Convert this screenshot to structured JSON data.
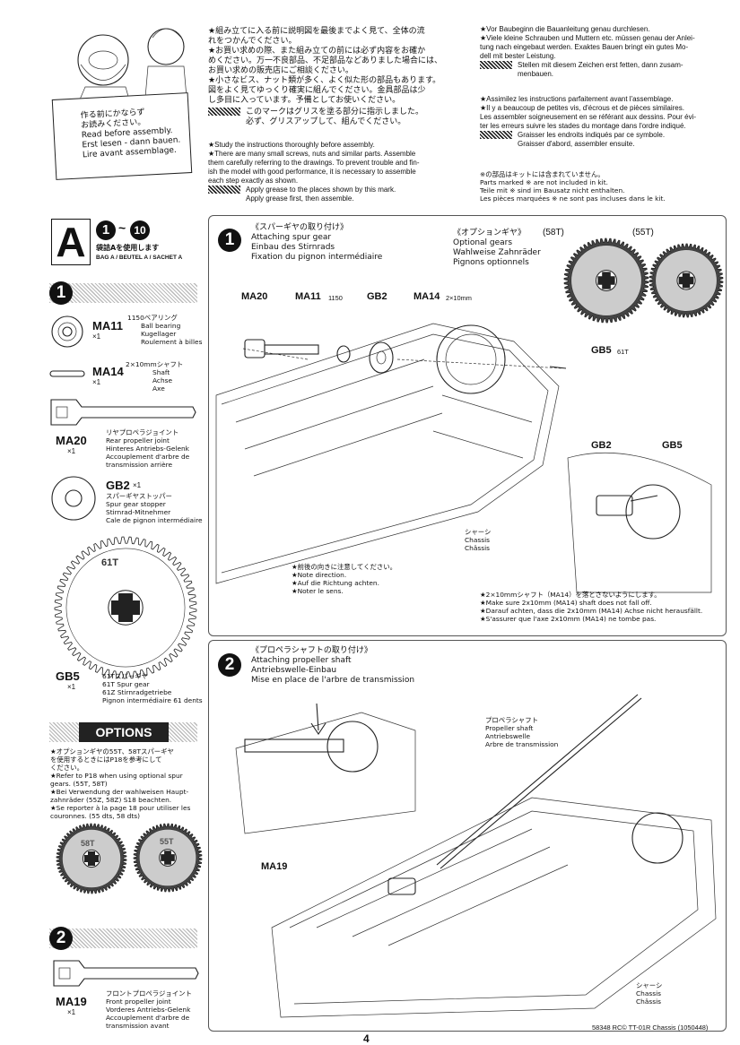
{
  "intro": {
    "card_lines": [
      "作る前にかならず",
      "お読みください。",
      "Read before assembly.",
      "Erst lesen - dann bauen.",
      "Lire avant assemblage."
    ],
    "jp_lines": [
      "★組み立てに入る前に説明図を最後までよく見て、全体の流",
      "れをつかんでください。",
      "★お買い求めの際、また組み立ての前には必ず内容をお確か",
      "めください。万一不良部品、不足部品などありました場合には、",
      "お買い求めの販売店にご相談ください。",
      "★小さなビス、ナット類が多く、よく似た形の部品もあります。",
      "図をよく見てゆっくり確実に組んでください。金具部品は少",
      "し多目に入っています。予備としてお使いください。"
    ],
    "jp_grease_lines": [
      "このマークはグリスを塗る部分に指示しました。",
      "必ず、グリスアップして、組んでください。"
    ],
    "en_lines": [
      "★Study the instructions thoroughly before assembly.",
      "★There are many small screws, nuts and similar parts. Assemble",
      "them carefully referring to the drawings. To prevent trouble and fin-",
      "ish the model with good performance, it is necessary to assemble",
      "each step exactly as shown."
    ],
    "en_grease_lines": [
      "Apply grease to the places shown by this mark.",
      "Apply grease first, then assemble."
    ],
    "de_lines": [
      "★Vor Baubeginn die Bauanleitung genau durchlesen.",
      "★Viele kleine Schrauben und Muttern etc. müssen genau der Anlei-",
      "tung nach eingebaut werden. Exaktes Bauen bringt ein gutes Mo-",
      "dell mit bester Leistung."
    ],
    "de_grease_lines": [
      "Stellen mit diesem Zeichen erst fetten, dann zusam-",
      "menbauen."
    ],
    "fr_lines": [
      "★Assimilez les instructions parfaitement avant  l'assemblage.",
      "★Il y a beaucoup de petites vis, d'écrous et de pièces similaires.",
      "Les assembler soigneusement en se référant aux dessins. Pour évi-",
      "ter les erreurs suivre les stades du montage dans l'ordre indiqué."
    ],
    "fr_grease_lines": [
      "Graisser les endroits indiqués par ce symbole.",
      "Graisser d'abord, assembler ensuite."
    ],
    "kit_lines": [
      "※の部品はキットには含まれていません。",
      "Parts marked ※ are not included in kit.",
      "Teile mit ※ sind im Bausatz nicht enthalten.",
      "Les pièces marquées ※ ne sont pas incluses dans le kit."
    ]
  },
  "bag": {
    "letter": "A",
    "step_from": "1",
    "step_to": "10",
    "tilde": "~",
    "label_jp": "袋詰Aを使用します",
    "label_multi": "BAG A / BEUTEL A / SACHET A"
  },
  "parts_1": {
    "step": "1",
    "items": [
      {
        "code": "MA11",
        "qty": "×1",
        "desc": [
          "1150ベアリング",
          "Ball bearing",
          "Kugellager",
          "Roulement à billes"
        ]
      },
      {
        "code": "MA14",
        "qty": "×1",
        "desc": [
          "2×10mmシャフト",
          "Shaft",
          "Achse",
          "Axe"
        ]
      },
      {
        "code": "MA20",
        "qty": "×1",
        "desc": [
          "リヤプロペラジョイント",
          "Rear propeller joint",
          "Hinteres Antriebs-Gelenk",
          "Accouplement d'arbre de",
          "transmission arrière"
        ]
      },
      {
        "code": "GB2",
        "qty": "×1",
        "desc": [
          "スパーギヤストッパー",
          "Spur gear stopper",
          "Stirnrad-Mitnehmer",
          "Cale de pignon intermédiaire"
        ]
      },
      {
        "code": "GB5",
        "qty": "×1",
        "desc": [
          "61Tスパーギヤ",
          "61T Spur gear",
          "61Z Stirnradgetriebe",
          "Pignon intermédiaire 61 dents"
        ]
      }
    ],
    "gear_label": "61T"
  },
  "options": {
    "title": "OPTIONS",
    "lines": [
      "★オプションギヤの55T、58Tスパーギヤ",
      "を使用するときにはP18を参考にして",
      "ください。",
      "★Refer to P18 when using optional spur",
      "gears. (55T, 58T)",
      "★Bei Verwendung der wahlweisen Haupt-",
      "zahnräder (55Z, 58Z) S18 beachten.",
      "★Se reporter à la page 18 pour utiliser les",
      "couronnes. (55 dts, 58 dts)"
    ],
    "gear_a": "58T",
    "gear_b": "55T"
  },
  "parts_2": {
    "step": "2",
    "items": [
      {
        "code": "MA19",
        "qty": "×1",
        "desc": [
          "フロントプロペラジョイント",
          "Front propeller joint",
          "Vorderes Antriebs-Gelenk",
          "Accouplement d'arbre de",
          "transmission avant"
        ]
      }
    ]
  },
  "step1": {
    "num": "1",
    "titles": [
      "《スパーギヤの取り付け》",
      "Attaching spur gear",
      "Einbau des Stirnrads",
      "Fixation du pignon intermédiaire"
    ],
    "optional_title": [
      "《オプションギヤ》",
      "Optional gears",
      "Wahlweise Zahnräder",
      "Pignons optionnels"
    ],
    "opt_58": "(58T)",
    "opt_55": "(55T)",
    "labels": {
      "ma20": "MA20",
      "ma11": "MA11",
      "ma11_sub": "1150",
      "gb2": "GB2",
      "ma14": "MA14",
      "ma14_sub": "2×10mm",
      "gb5": "GB5",
      "gb5_sub": "61T",
      "inset_gb2": "GB2",
      "inset_gb5": "GB5"
    },
    "chassis": [
      "シャーシ",
      "Chassis",
      "Châssis"
    ],
    "note_direction": [
      "★前後の向きに注意してください。",
      "★Note direction.",
      "★Auf die Richtung achten.",
      "★Noter le sens."
    ],
    "note_shaft": [
      "★2×10mmシャフト（MA14）を落とさないようにします。",
      "★Make sure 2x10mm (MA14) shaft does not fall off.",
      "★Darauf achten, dass die 2x10mm (MA14) Achse nicht herausfällt.",
      "★S'assurer que l'axe 2x10mm (MA14) ne tombe pas."
    ]
  },
  "step2": {
    "num": "2",
    "titles": [
      "《プロペラシャフトの取り付け》",
      "Attaching propeller shaft",
      "Antriebswelle-Einbau",
      "Mise en place de l'arbre de transmission"
    ],
    "shaft_label": [
      "プロペラシャフト",
      "Propeller shaft",
      "Antriebswelle",
      "Arbre de transmission"
    ],
    "ma19": "MA19",
    "chassis": [
      "シャーシ",
      "Chassis",
      "Châssis"
    ]
  },
  "footer": {
    "page": "4",
    "ref": "58348  RC© TT-01R Chassis (1050448)"
  }
}
